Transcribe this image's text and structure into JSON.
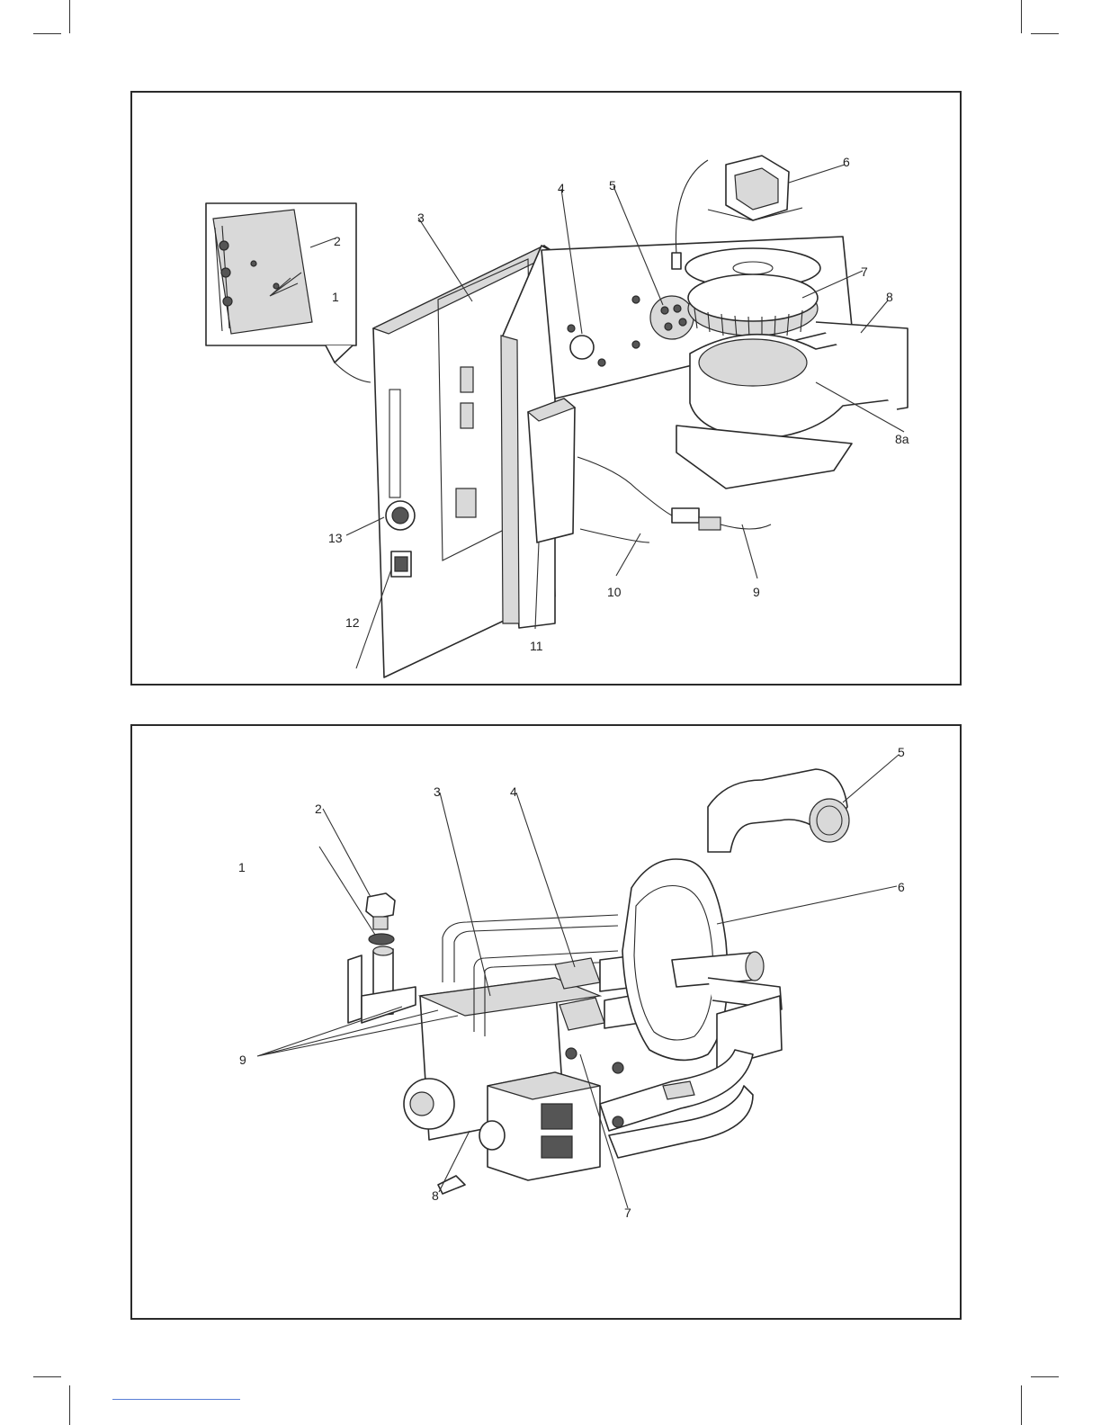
{
  "figure_top": {
    "callouts": [
      "1",
      "2",
      "3",
      "4",
      "5",
      "6",
      "7",
      "8",
      "8a",
      "9",
      "10",
      "11",
      "12",
      "13"
    ]
  },
  "figure_bottom": {
    "callouts": [
      "1",
      "2",
      "3",
      "4",
      "5",
      "6",
      "7",
      "8",
      "9"
    ]
  },
  "colors": {
    "line": "#2a2a2a",
    "paper": "#ffffff",
    "footer_link": "#5a7fd6"
  }
}
